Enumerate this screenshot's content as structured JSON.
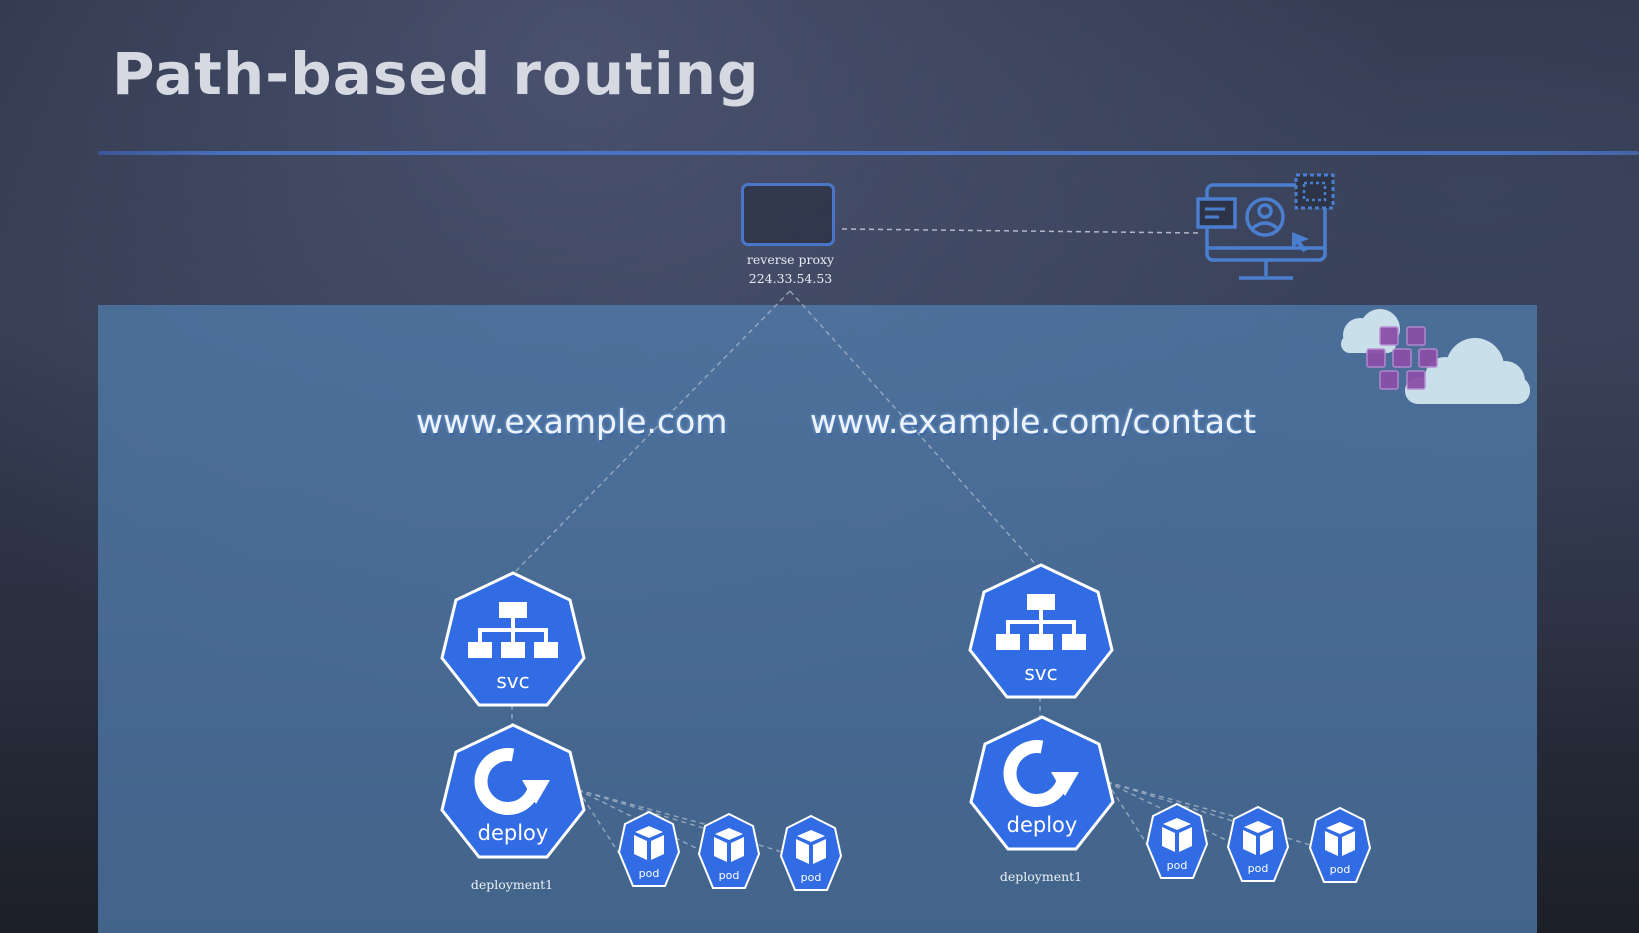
{
  "slide": {
    "title": "Path-based routing"
  },
  "proxy": {
    "name": "reverse proxy",
    "ip": "224.33.54.53"
  },
  "routes": [
    {
      "url": "www.example.com",
      "service_label": "svc",
      "deploy_label": "deploy",
      "deployment_name": "deployment1",
      "pods": [
        "pod",
        "pod",
        "pod"
      ]
    },
    {
      "url": "www.example.com/contact",
      "service_label": "svc",
      "deploy_label": "deploy",
      "deployment_name": "deployment1",
      "pods": [
        "pod",
        "pod",
        "pod"
      ]
    }
  ],
  "icons": {
    "client": "user-computer-icon",
    "cloud": "kubernetes-cloud-icon",
    "service": "service-hierarchy-icon",
    "deployment": "deployment-cycle-icon",
    "pod": "pod-cube-icon"
  },
  "colors": {
    "k8s_blue": "#326ce5",
    "accent": "#4a76c8",
    "panel": "#5280b2",
    "cloud": "#c9e0ea",
    "cluster_purple": "#8a4fa8"
  }
}
